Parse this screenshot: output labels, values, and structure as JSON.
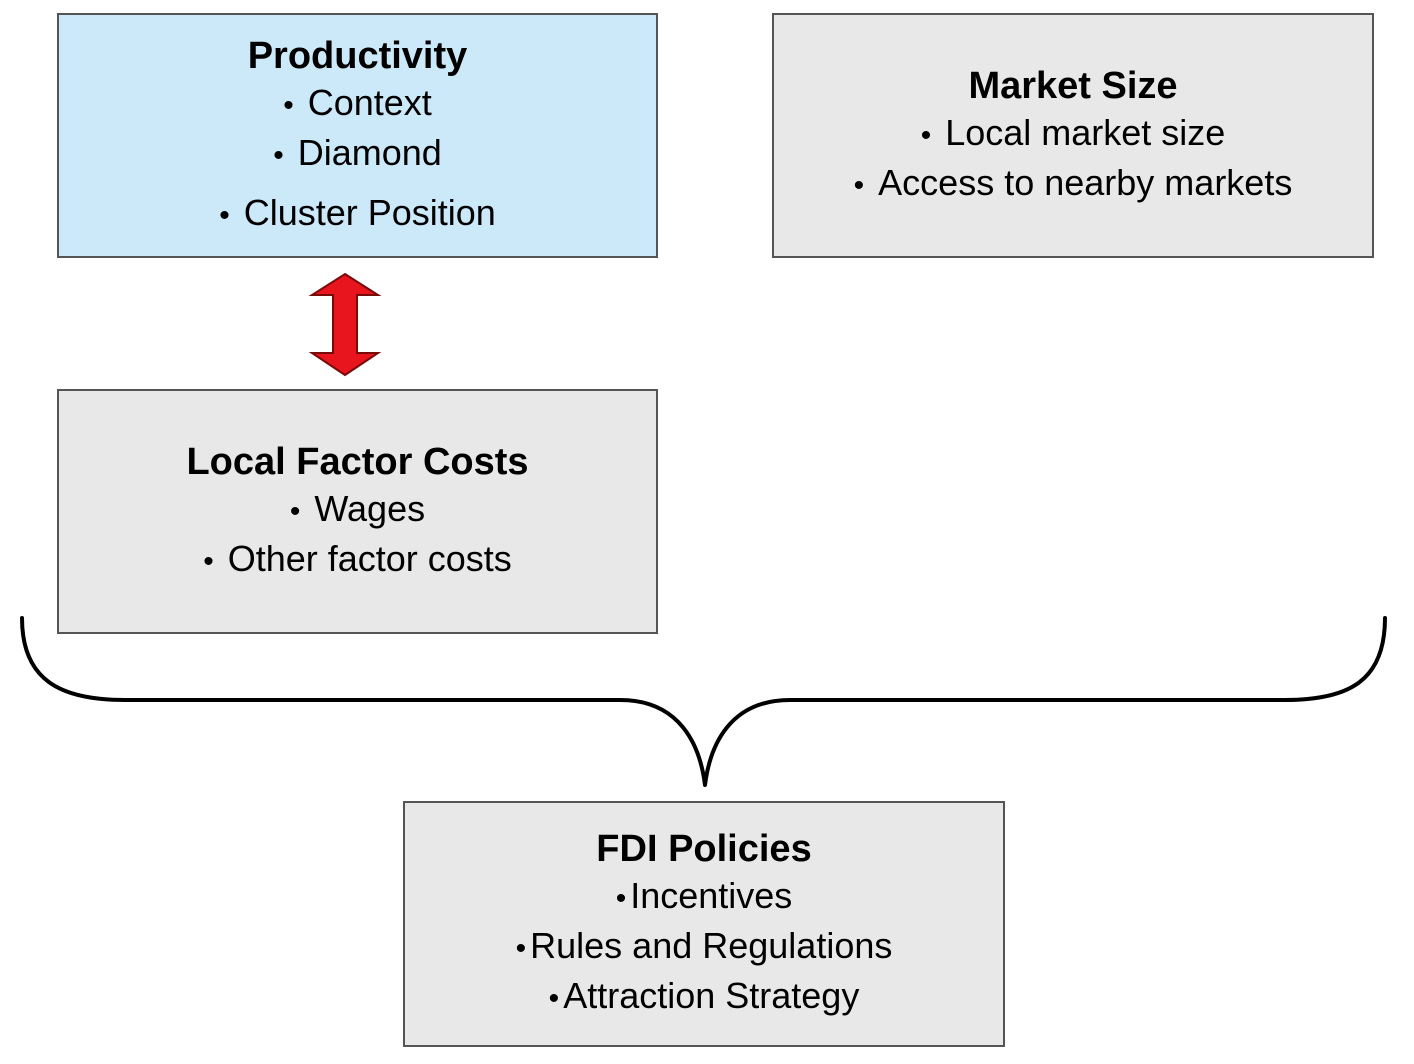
{
  "boxes": {
    "productivity": {
      "title": "Productivity",
      "items": [
        "Context",
        "Diamond",
        "Cluster Position"
      ],
      "fill": "#cce9fa"
    },
    "market_size": {
      "title": "Market Size",
      "items": [
        "Local market size",
        "Access to nearby markets"
      ],
      "fill": "#e8e8e8"
    },
    "factor_costs": {
      "title": "Local Factor Costs",
      "items": [
        "Wages",
        "Other factor costs"
      ],
      "fill": "#e8e8e8"
    },
    "fdi_policies": {
      "title": "FDI Policies",
      "items": [
        "Incentives",
        "Rules and Regulations",
        "Attraction Strategy"
      ],
      "fill": "#e8e8e8"
    }
  },
  "connectors": {
    "arrow_color": "#e8141e",
    "arrow_outline": "#7a0a0a",
    "brace_color": "#000000"
  }
}
